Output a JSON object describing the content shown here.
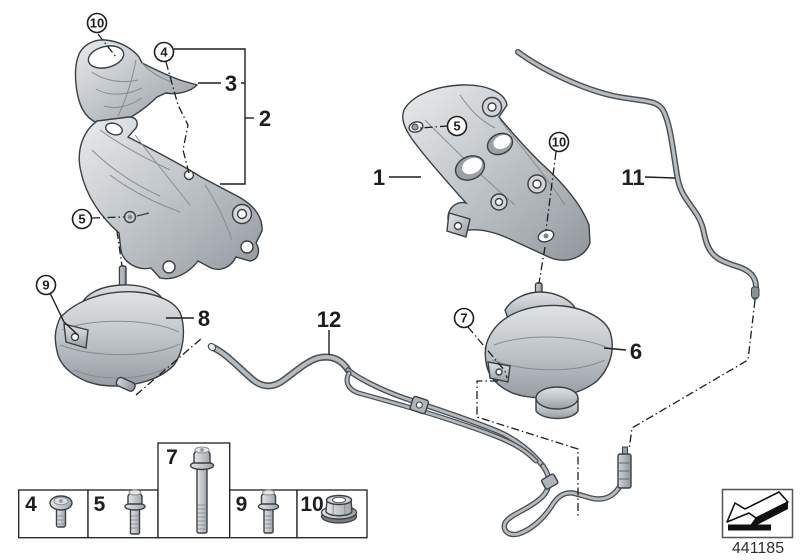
{
  "figure": {
    "drawing_number": "441185",
    "logo_icon": "press-direction-arrow-icon",
    "colors": {
      "background": "#ffffff",
      "line": "#1e1e1e",
      "metal_light": "#e8eaeb",
      "metal_dark": "#8f969c",
      "rubber_dark": "#212427"
    },
    "callouts": {
      "circled": [
        {
          "label": "10"
        },
        {
          "label": "4"
        },
        {
          "label": "5"
        },
        {
          "label": "9"
        },
        {
          "label": "5"
        },
        {
          "label": "10"
        },
        {
          "label": "7"
        }
      ],
      "plain": [
        {
          "label": "1"
        },
        {
          "label": "2"
        },
        {
          "label": "3"
        },
        {
          "label": "6"
        },
        {
          "label": "8"
        },
        {
          "label": "11"
        },
        {
          "label": "12"
        }
      ]
    },
    "legend": {
      "cells": [
        {
          "label": "4",
          "icon": "round-head-screw-icon"
        },
        {
          "label": "5",
          "icon": "flange-bolt-icon"
        },
        {
          "label": "7",
          "icon": "long-flange-bolt-icon"
        },
        {
          "label": "9",
          "icon": "flange-bolt-icon"
        },
        {
          "label": "10",
          "icon": "flange-nut-icon"
        }
      ]
    }
  }
}
